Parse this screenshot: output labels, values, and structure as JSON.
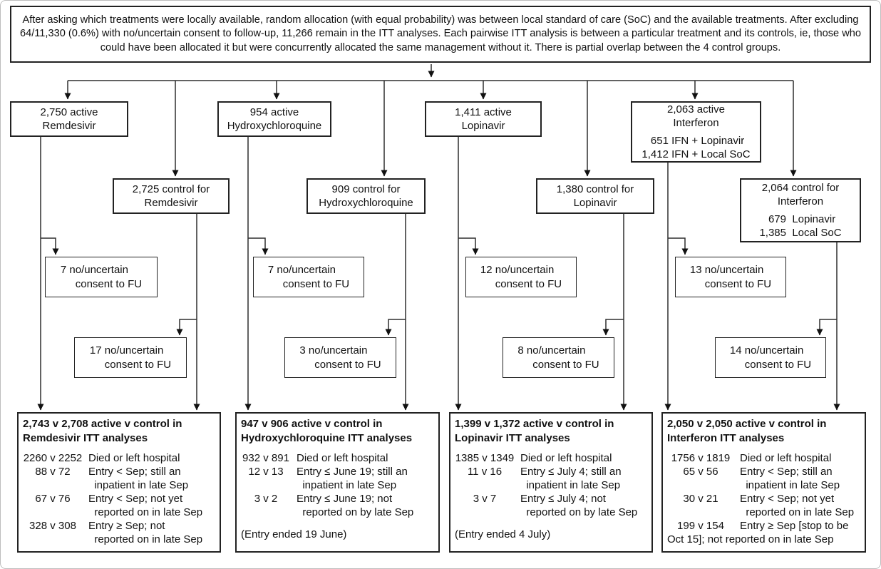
{
  "colors": {
    "background": "#ffffff",
    "line": "#2f2f2f",
    "box_border": "#222222",
    "text": "#111111"
  },
  "intro": {
    "text": "After asking which treatments were locally available, random allocation (with equal probability) was between local standard of care (SoC) and the available treatments. After excluding 64/11,330 (0.6%) with no/uncertain consent to follow-up, 11,266 remain in the ITT analyses. Each pairwise ITT analysis is between a particular treatment and its controls, ie, those who could have been allocated it but were concurrently allocated the same management without it. There is partial overlap between the 4 control groups."
  },
  "groups": [
    {
      "treatment": "Remdesivir",
      "active_label": "2,750 active\nRemdesivir",
      "control_label": "2,725 control for\nRemdesivir",
      "active_fu_exclusion": "7 no/uncertain\n     consent to FU",
      "control_fu_exclusion": "17 no/uncertain\n     consent to FU",
      "itt": {
        "title": "2,743 v 2,708 active v control in\nRemdesivir ITT analyses",
        "rows": [
          {
            "counts": "2260 v 2252",
            "desc": "Died or left hospital"
          },
          {
            "counts": "88 v 72",
            "desc": "Entry < Sep; still an\n  inpatient in late Sep"
          },
          {
            "counts": "67 v 76",
            "desc": "Entry < Sep; not yet\n  reported on in late Sep"
          },
          {
            "counts": "328 v 308",
            "desc": "Entry ≥ Sep; not\n  reported on in late Sep"
          }
        ]
      }
    },
    {
      "treatment": "Hydroxychloroquine",
      "active_label": "954 active\nHydroxychloroquine",
      "control_label": "909 control for\nHydroxychloroquine",
      "active_fu_exclusion": "7 no/uncertain\n     consent to FU",
      "control_fu_exclusion": "3 no/uncertain\n     consent to FU",
      "itt": {
        "title": "947 v 906 active v control in\nHydroxychloroquine ITT analyses",
        "rows": [
          {
            "counts": "932 v 891",
            "desc": "Died or left hospital"
          },
          {
            "counts": "12 v 13",
            "desc": "Entry ≤ June 19; still an\n  inpatient in late Sep"
          },
          {
            "counts": "3 v 2",
            "desc": "Entry ≤ June 19; not\n  reported on by late Sep"
          }
        ],
        "footer": "(Entry ended 19 June)"
      }
    },
    {
      "treatment": "Lopinavir",
      "active_label": "1,411 active\nLopinavir",
      "control_label": "1,380 control for\nLopinavir",
      "active_fu_exclusion": "12 no/uncertain\n     consent to FU",
      "control_fu_exclusion": "8 no/uncertain\n     consent to FU",
      "itt": {
        "title": "1,399 v 1,372 active v control in\nLopinavir ITT analyses",
        "rows": [
          {
            "counts": "1385 v 1349",
            "desc": "Died or left hospital"
          },
          {
            "counts": "11 v 16",
            "desc": "Entry ≤ July 4; still an\n  inpatient in late Sep"
          },
          {
            "counts": "3 v 7",
            "desc": "Entry ≤ July 4; not\n  reported on by late Sep"
          }
        ],
        "footer": "(Entry ended 4 July)"
      }
    },
    {
      "treatment": "Interferon",
      "active_label": "2,063 active\nInterferon",
      "active_sublabel": "   651 IFN + Lopinavir\n1,412 IFN + Local SoC",
      "control_label": "2,064 control for\nInterferon",
      "control_sublabel": "   679  Lopinavir\n1,385  Local SoC",
      "active_fu_exclusion": "13 no/uncertain\n     consent to FU",
      "control_fu_exclusion": "14 no/uncertain\n     consent to FU",
      "itt": {
        "title": "2,050 v 2,050 active v control in\nInterferon ITT analyses",
        "rows": [
          {
            "counts": "1756 v 1819",
            "desc": "Died or left hospital"
          },
          {
            "counts": "65 v 56",
            "desc": "Entry < Sep; still an\n  inpatient in late Sep"
          },
          {
            "counts": "30 v 21",
            "desc": "Entry < Sep; not yet\n  reported on in late Sep"
          },
          {
            "counts": "199 v 154",
            "desc": "Entry ≥ Sep [stop to be"
          }
        ],
        "overflow": "Oct 15]; not reported on in late Sep"
      }
    }
  ]
}
